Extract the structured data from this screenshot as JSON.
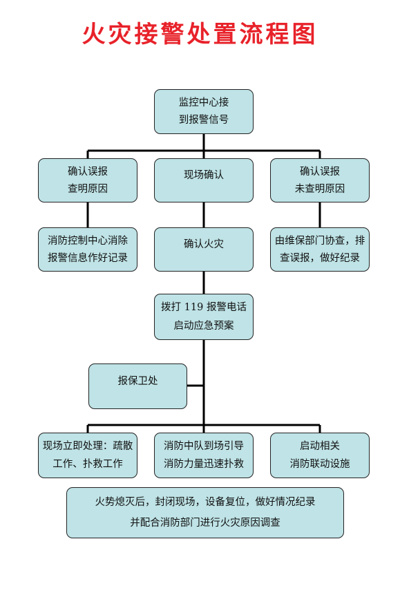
{
  "title": "火灾接警处置流程图",
  "nodes": {
    "start": [
      "监控中心接",
      "到报警信号"
    ],
    "left1": [
      "确认误报",
      "查明原因"
    ],
    "mid1": [
      "现场确认",
      ""
    ],
    "right1": [
      "确认误报",
      "未查明原因"
    ],
    "left2": [
      "消防控制中心消除",
      "报警信息作好记录"
    ],
    "mid2": [
      "确认火灾",
      ""
    ],
    "right2": [
      "由维保部门协查，排",
      "查误报，做好纪录"
    ],
    "call": [
      "拨打 119 报警电话",
      "启动应急预案"
    ],
    "security": [
      "报保卫处",
      ""
    ],
    "act_left": [
      "现场立即处理：疏散",
      "工作、扑救工作"
    ],
    "act_mid": [
      "消防中队到场引导",
      "消防力量迅速扑救"
    ],
    "act_right": [
      "启动相关",
      "消防联动设施"
    ],
    "final": [
      "火势熄灭后，封闭现场，设备复位，做好情况纪录",
      "并配合消防部门进行火灾原因调查"
    ]
  }
}
